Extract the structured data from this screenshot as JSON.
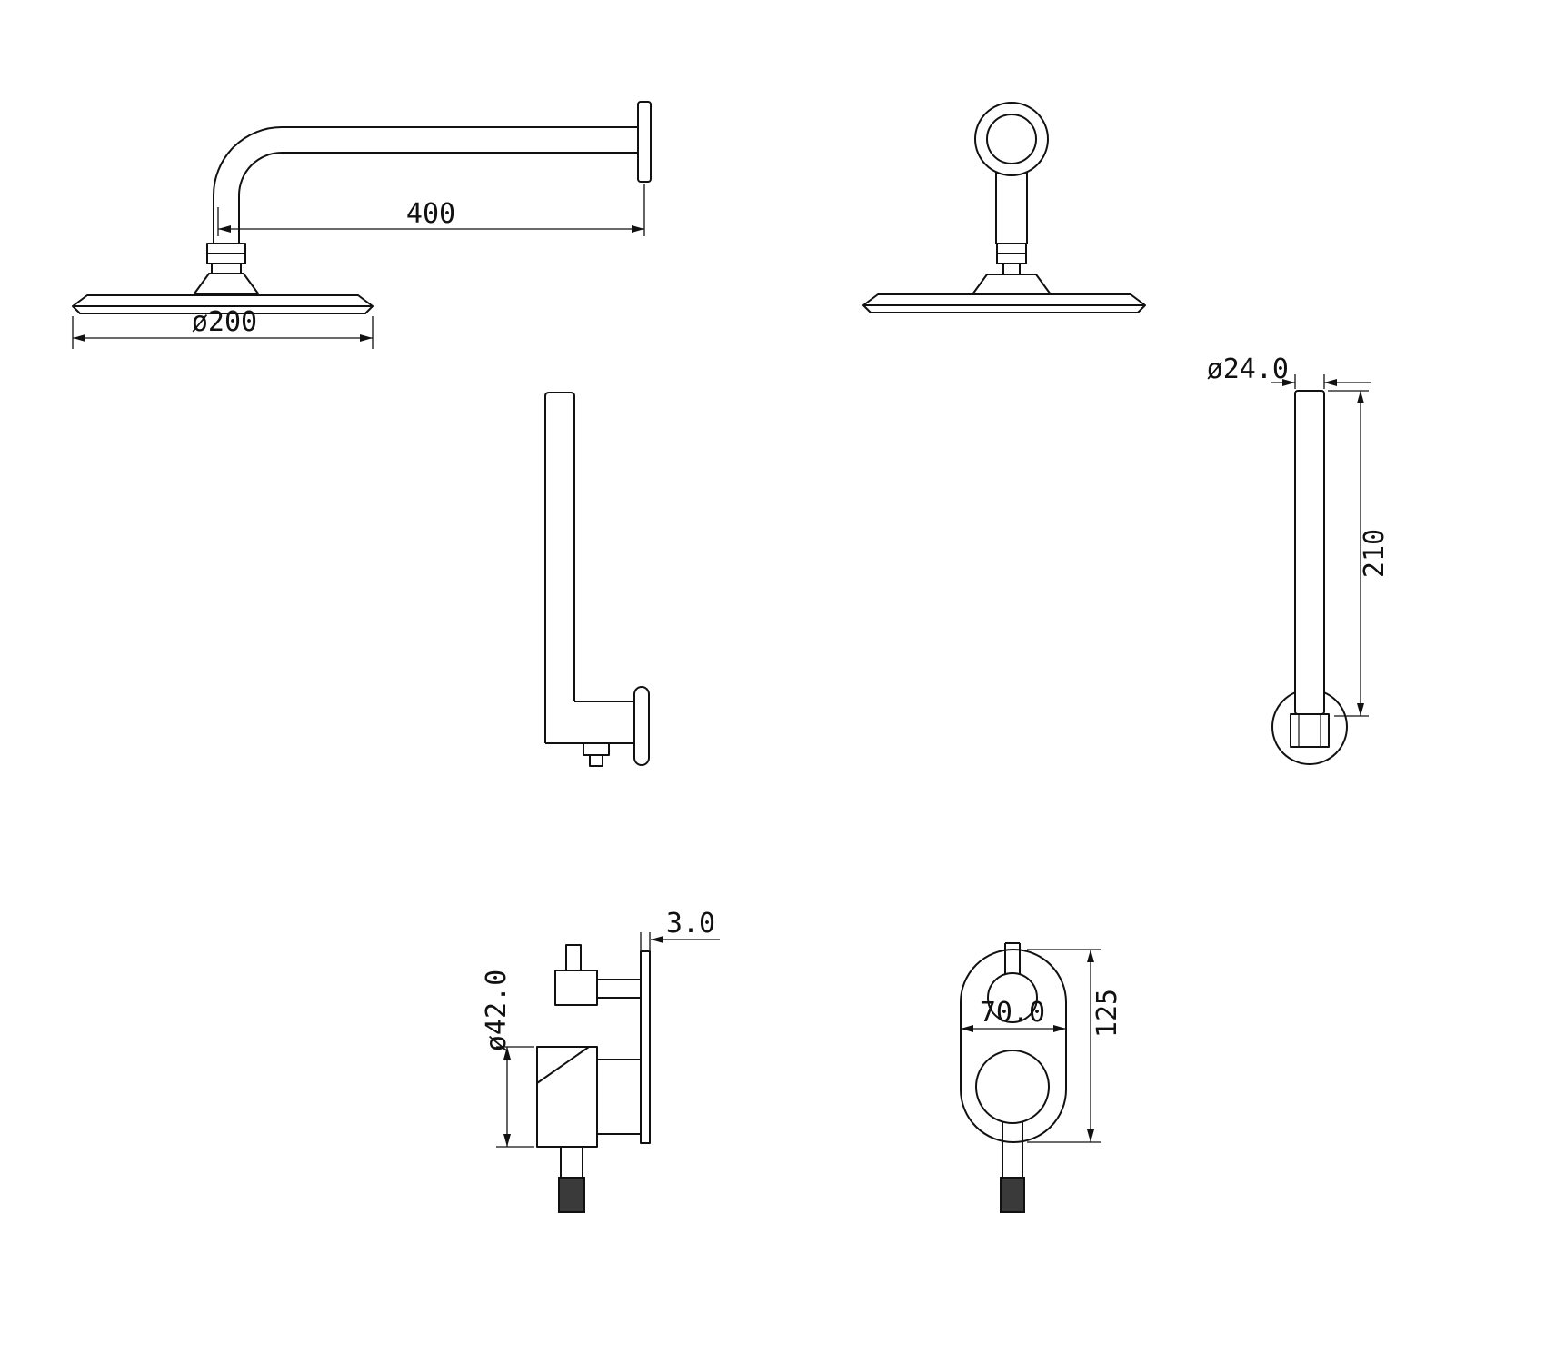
{
  "drawing": {
    "background": "#ffffff",
    "line_color": "#111111",
    "grip_color": "#3a3a3a"
  },
  "views": {
    "shower_arm_side": {
      "dim_arm_length": "400",
      "dim_head_diameter": "ø200"
    },
    "wall_outlet_front": {
      "dim_tube_diameter": "ø24.0",
      "dim_tube_length": "210"
    },
    "mixer_side": {
      "dim_plate_thickness": "3.0",
      "dim_handle_diameter": "ø42.0"
    },
    "mixer_front": {
      "dim_plate_width": "70.0",
      "dim_plate_height": "125"
    }
  }
}
